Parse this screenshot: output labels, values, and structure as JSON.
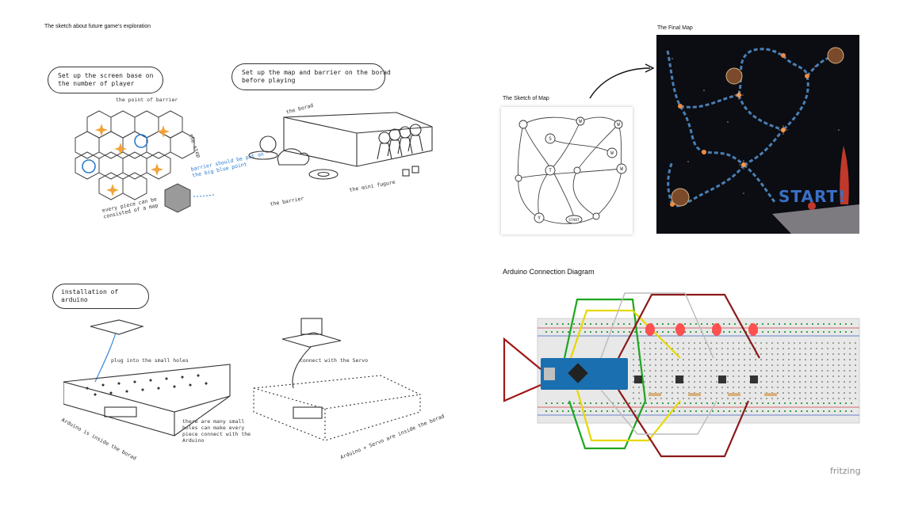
{
  "page_title": "The sketch about future game's exploration",
  "sketch_panel": {
    "bubble1": "Set up the screen base on\nthe number of player",
    "bubble2": "Set up the map and barrier on the borad\nbefore playing",
    "point_of_barrier": "the point of barrier",
    "the_step": "the step",
    "barrier_note": "barrier should be put on\nthe big blue point",
    "every_piece": "every piece can be\nconsisted of a map",
    "the_borad": "the borad",
    "the_barrier": "the barrier",
    "the_mini_figure": "the mini fugure"
  },
  "install_panel": {
    "bubble": "installation of arduino",
    "plug_note": "plug into the small holes",
    "connect_note": "connect with the Servo",
    "arduino_inside": "Arduino is inside the borad",
    "holes_note": "there are many small\nholes can make every\npiece connect with the\nArduino",
    "servo_inside": "Arduino + Servo are inside the borad"
  },
  "map_sketch": {
    "label": "The Sketch of Map",
    "nodes": [
      "S",
      "T",
      "W",
      "W",
      "W",
      "Y",
      "W",
      "START"
    ]
  },
  "final_map": {
    "label": "The Final Map",
    "start_text": "START!",
    "colors": {
      "space": "#0b0d12",
      "path": "#4a7fb5",
      "node": "#f08a3c",
      "rocket": "#c0392b",
      "start": "#3a6fc4"
    }
  },
  "arduino": {
    "title": "Arduino Connection Diagram",
    "footer": "fritzing",
    "colors": {
      "board": "#e8e8e8",
      "rail_red": "#d04040",
      "rail_blue": "#4060c0",
      "arduino": "#1a6fb0",
      "wire_green": "#1fa51f",
      "wire_yellow": "#e6d800",
      "wire_darkred": "#8b1a1a",
      "wire_gray": "#bbbbbb",
      "led": "#ff5050"
    }
  }
}
